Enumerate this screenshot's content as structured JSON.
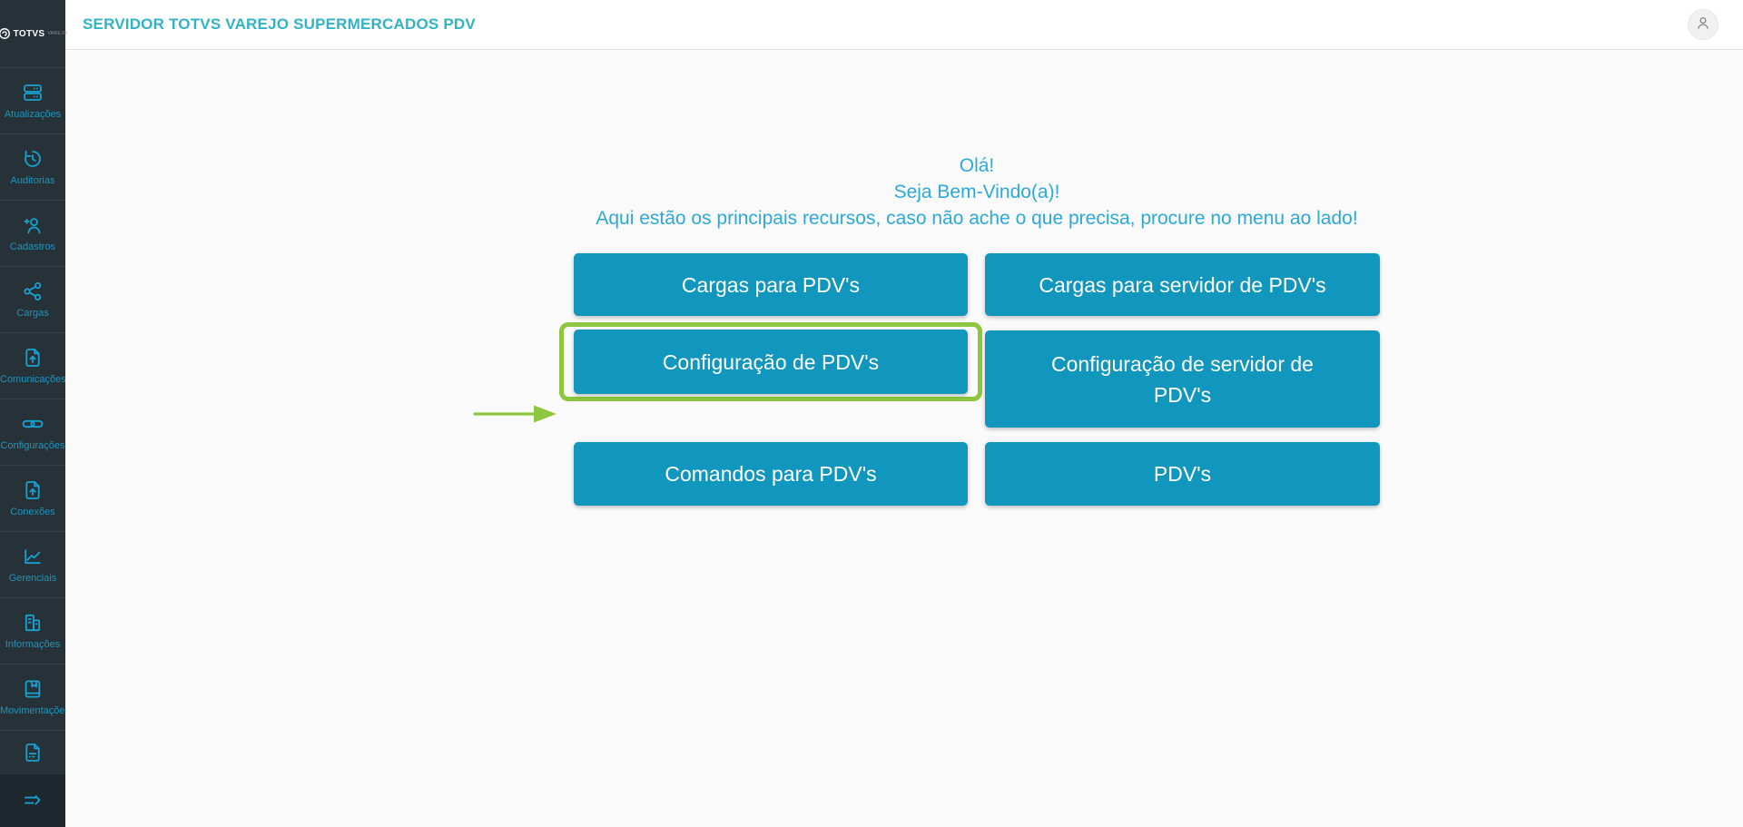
{
  "header": {
    "title": "SERVIDOR TOTVS VAREJO SUPERMERCADOS PDV",
    "user_icon": "person-icon"
  },
  "sidebar": {
    "logo": {
      "brand": "TOTVS",
      "sub": "VAREJO",
      "icon": "totvs-logo-icon"
    },
    "items": [
      {
        "label": "Atualizações",
        "icon": "server-icon"
      },
      {
        "label": "Auditorias",
        "icon": "history-icon"
      },
      {
        "label": "Cadastros",
        "icon": "person-add-icon"
      },
      {
        "label": "Cargas",
        "icon": "share-icon"
      },
      {
        "label": "Comunicações",
        "icon": "file-upload-icon"
      },
      {
        "label": "Configurações",
        "icon": "link-icon"
      },
      {
        "label": "Conexões",
        "icon": "file-upload-icon"
      },
      {
        "label": "Gerenciais",
        "icon": "chart-icon"
      },
      {
        "label": "Informações",
        "icon": "building-icon"
      },
      {
        "label": "Movimentações",
        "icon": "book-icon"
      },
      {
        "label": "",
        "icon": "document-icon"
      }
    ],
    "footer_icon": "expand-menu-icon"
  },
  "main": {
    "welcome": [
      "Olá!",
      "Seja Bem-Vindo(a)!",
      "Aqui estão os principais recursos, caso não ache o que precisa, procure no menu ao lado!"
    ],
    "buttons": [
      {
        "label": "Cargas para PDV's"
      },
      {
        "label": "Cargas para servidor de PDV's"
      },
      {
        "label": "Configuração de PDV's",
        "highlighted": true
      },
      {
        "label": "Configuração de servidor de PDV's"
      },
      {
        "label": "Comandos para PDV's"
      },
      {
        "label": "PDV's"
      }
    ]
  },
  "colors": {
    "button_teal": "#1196BE",
    "header_teal": "#30B4C5",
    "welcome_blue": "#2BA9DB",
    "sidebar_bg": "#263238",
    "sidebar_icon": "#16A2D2",
    "sidebar_label": "#1C96C0",
    "highlight_green": "#8DC63F",
    "main_bg": "#FAFAFA"
  }
}
